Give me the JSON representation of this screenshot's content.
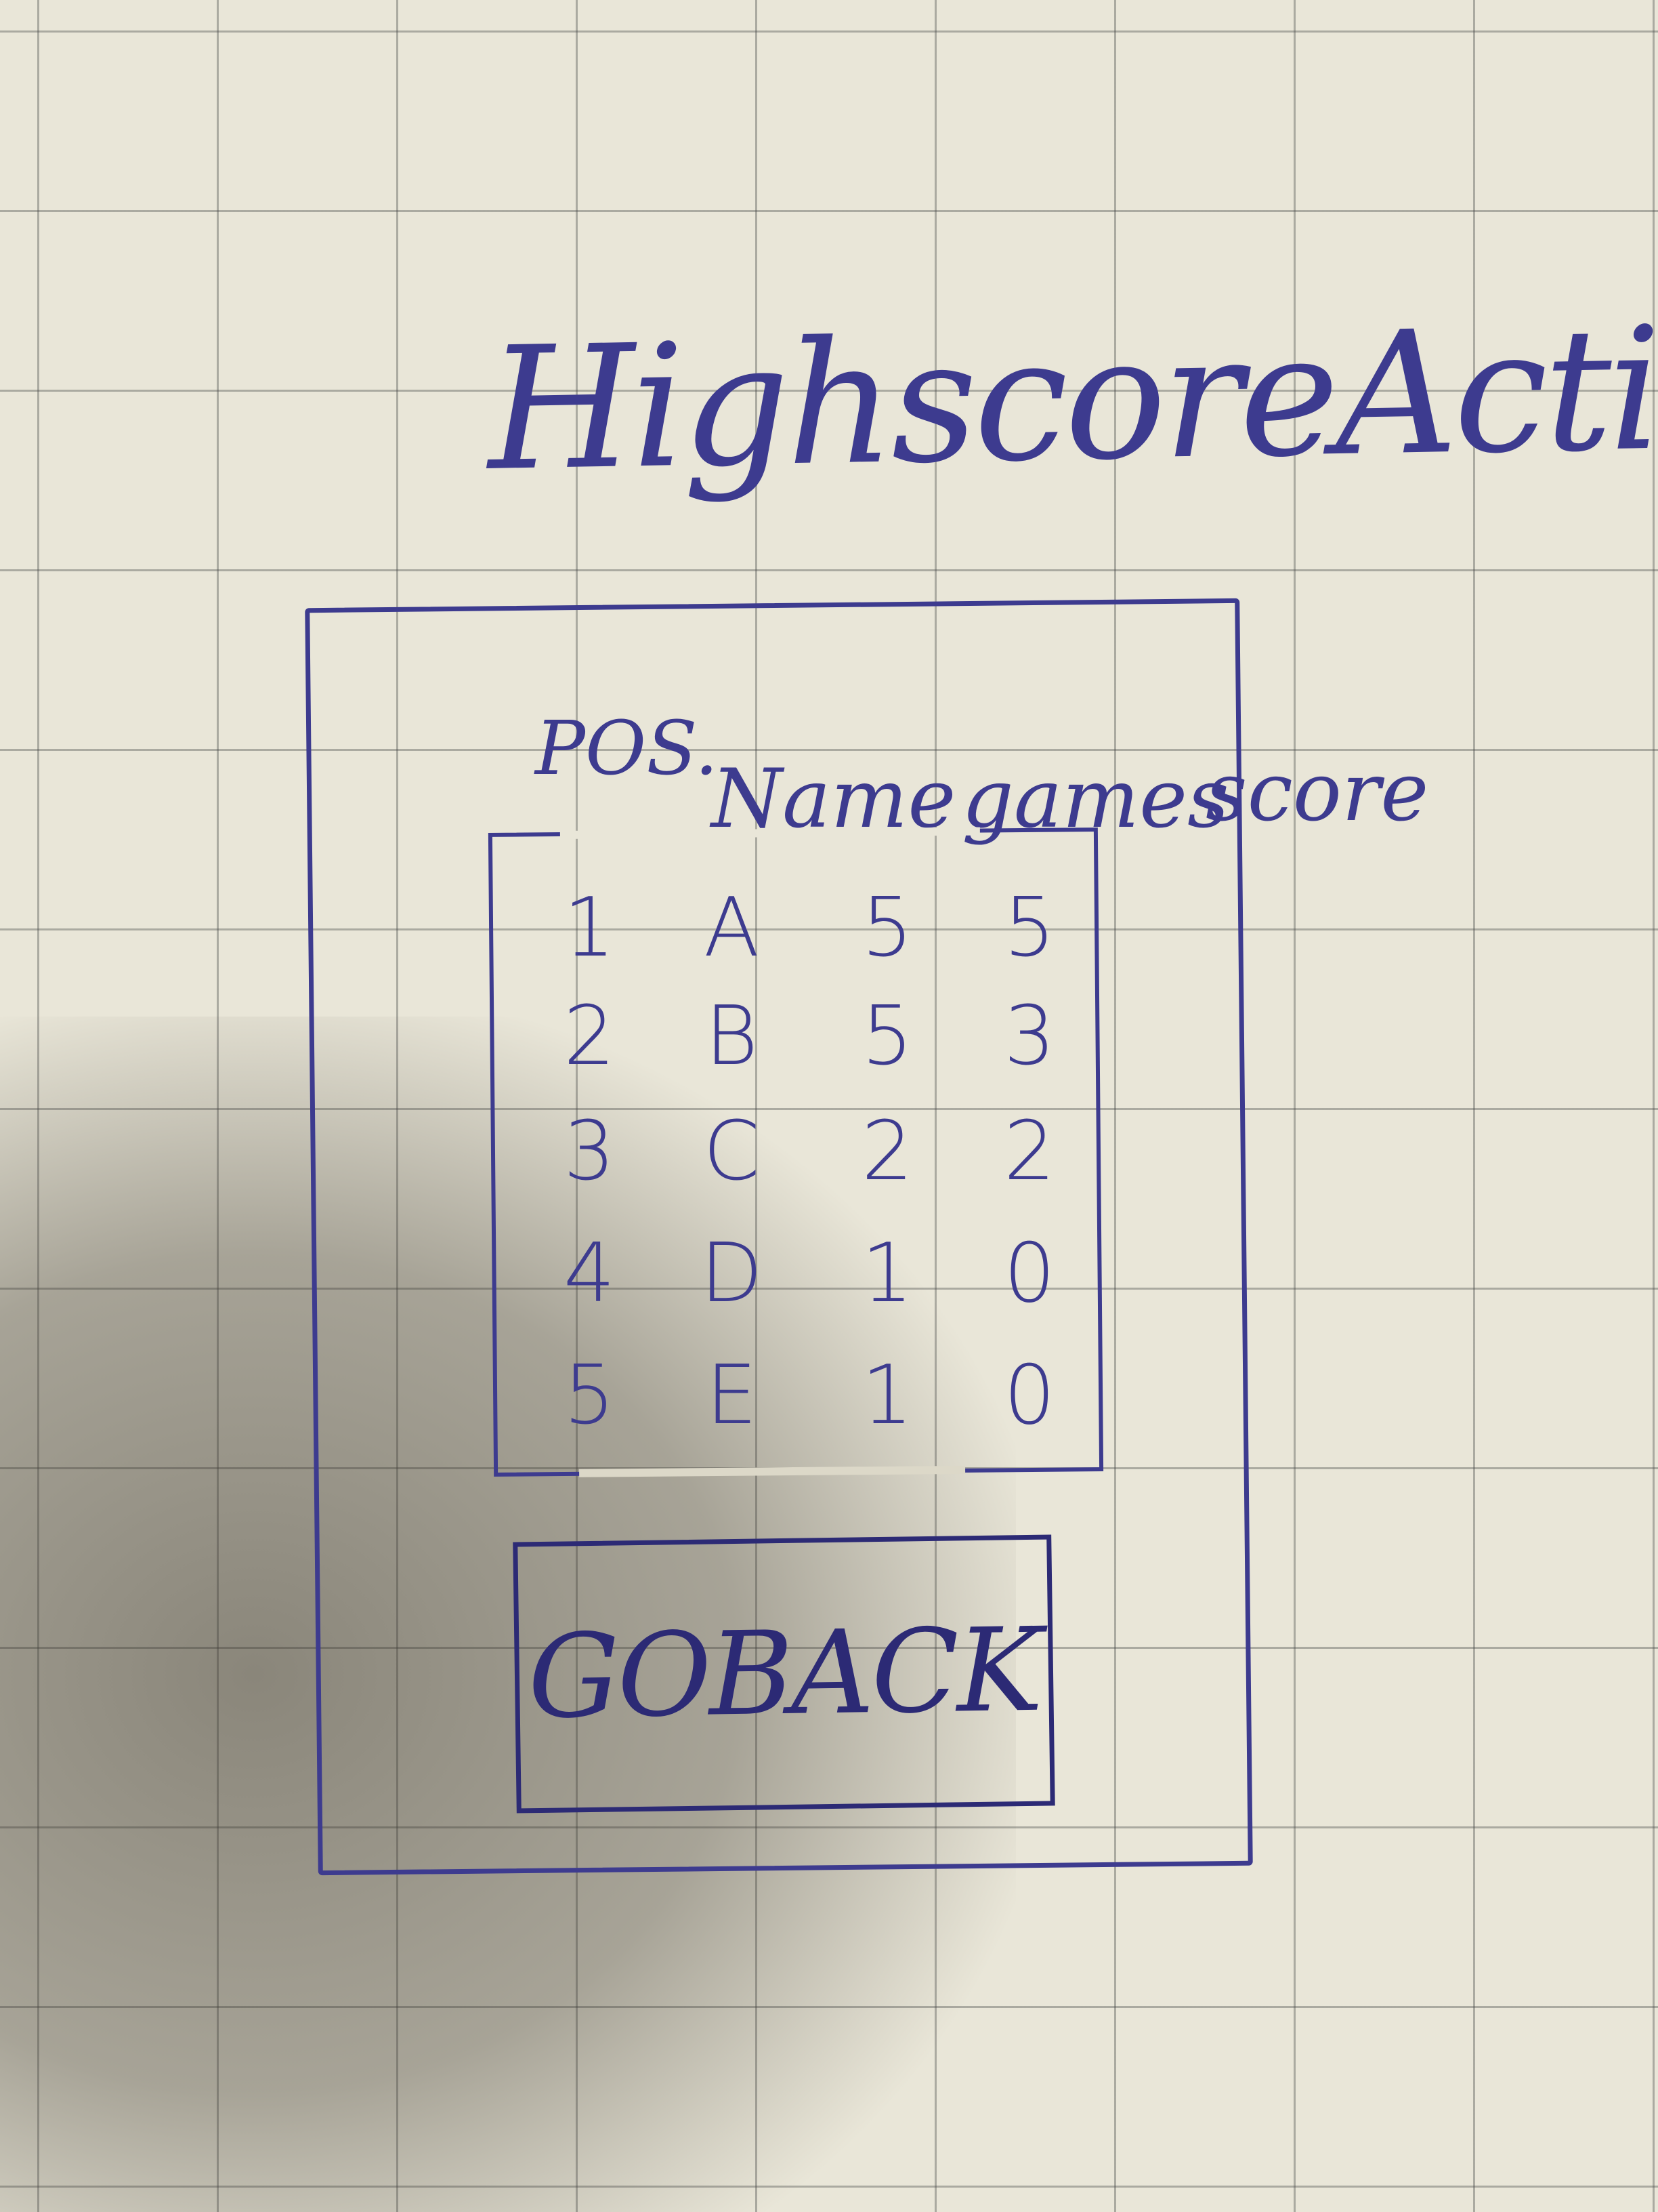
{
  "screen": {
    "title": "HighscoreActivity"
  },
  "table": {
    "headers": {
      "pos": "POS.",
      "name": "Name",
      "games": "games",
      "score": "score"
    },
    "rows": [
      {
        "pos": "1",
        "name": "A",
        "games": "5",
        "score": "5"
      },
      {
        "pos": "2",
        "name": "B",
        "games": "5",
        "score": "3"
      },
      {
        "pos": "3",
        "name": "C",
        "games": "2",
        "score": "2"
      },
      {
        "pos": "4",
        "name": "D",
        "games": "1",
        "score": "0"
      },
      {
        "pos": "5",
        "name": "E",
        "games": "1",
        "score": "0"
      }
    ]
  },
  "actions": {
    "back_label": "GOBACK"
  },
  "colors": {
    "ink": "#3d3b8f",
    "paper": "#e9e6d8"
  }
}
